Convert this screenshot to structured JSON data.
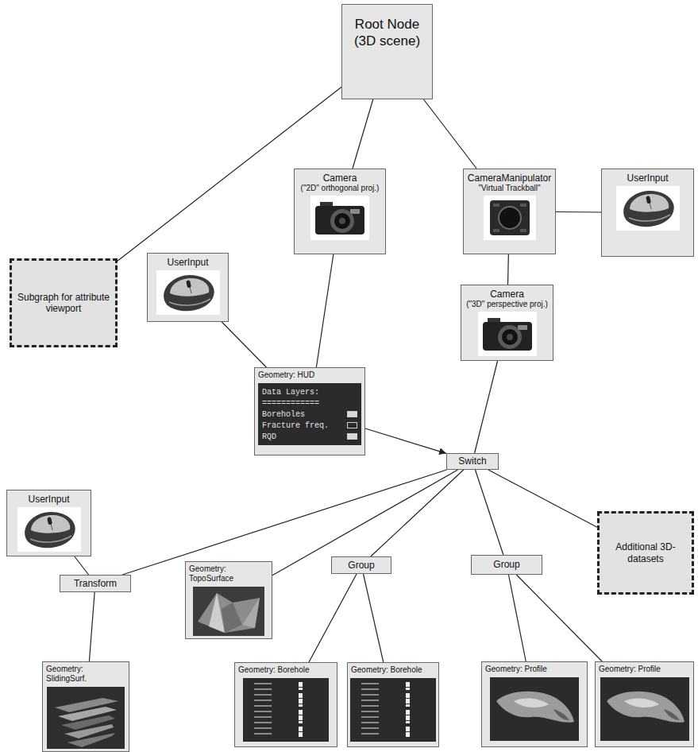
{
  "diagram": {
    "nodes": [
      {
        "text": [
          "Root Node (3D scene)"
        ]
      },
      {
        "text": [
          "Subgraph for attribute viewport"
        ]
      },
      {
        "text": [
          "Camera",
          "(\"2D\" orthogonal proj.)"
        ]
      },
      {
        "text": [
          "CameraManipulator",
          "\"Virtual Trackball\""
        ]
      },
      {
        "text": [
          "UserInput"
        ]
      },
      {
        "text": [
          "UserInput"
        ]
      },
      {
        "text": [
          "Camera",
          "(\"3D\" perspective proj.)"
        ]
      },
      {
        "text": [
          "Geometry: HUD",
          "Data Layers:",
          "============",
          "Boreholes",
          "Fracture freq.",
          "RQD"
        ]
      },
      {
        "text": [
          "Switch"
        ]
      },
      {
        "text": [
          "UserInput"
        ]
      },
      {
        "text": [
          "Transform"
        ]
      },
      {
        "text": [
          "Geometry: TopoSurface"
        ]
      },
      {
        "text": [
          "Group"
        ]
      },
      {
        "text": [
          "Group"
        ]
      },
      {
        "text": [
          "Additional 3D-datasets"
        ]
      },
      {
        "text": [
          "Geometry: SlidingSurf."
        ]
      },
      {
        "text": [
          "Geometry: Borehole"
        ]
      },
      {
        "text": [
          "Geometry: Borehole"
        ]
      },
      {
        "text": [
          "Geometry: Profile"
        ]
      },
      {
        "text": [
          "Geometry: Profile"
        ]
      }
    ],
    "edges": [
      {
        "from": 0,
        "to": 1,
        "arrow": "none"
      },
      {
        "from": 0,
        "to": 2,
        "arrow": "none"
      },
      {
        "from": 0,
        "to": 3,
        "arrow": "none"
      },
      {
        "from": 3,
        "to": 4,
        "arrow": "none"
      },
      {
        "from": 3,
        "to": 6,
        "arrow": "none"
      },
      {
        "from": 6,
        "to": 8,
        "arrow": "none"
      },
      {
        "from": 2,
        "to": 7,
        "arrow": "none"
      },
      {
        "from": 5,
        "to": 7,
        "arrow": "none"
      },
      {
        "from": 7,
        "to": 8,
        "arrow": "to"
      },
      {
        "from": 8,
        "to": 10,
        "arrow": "none"
      },
      {
        "from": 8,
        "to": 11,
        "arrow": "none"
      },
      {
        "from": 8,
        "to": 12,
        "arrow": "none"
      },
      {
        "from": 8,
        "to": 13,
        "arrow": "none"
      },
      {
        "from": 8,
        "to": 14,
        "arrow": "none"
      },
      {
        "from": 9,
        "to": 10,
        "arrow": "none"
      },
      {
        "from": 10,
        "to": 15,
        "arrow": "none"
      },
      {
        "from": 12,
        "to": 16,
        "arrow": "none"
      },
      {
        "from": 12,
        "to": 17,
        "arrow": "none"
      },
      {
        "from": 13,
        "to": 18,
        "arrow": "none"
      },
      {
        "from": 13,
        "to": 19,
        "arrow": "none"
      }
    ]
  }
}
